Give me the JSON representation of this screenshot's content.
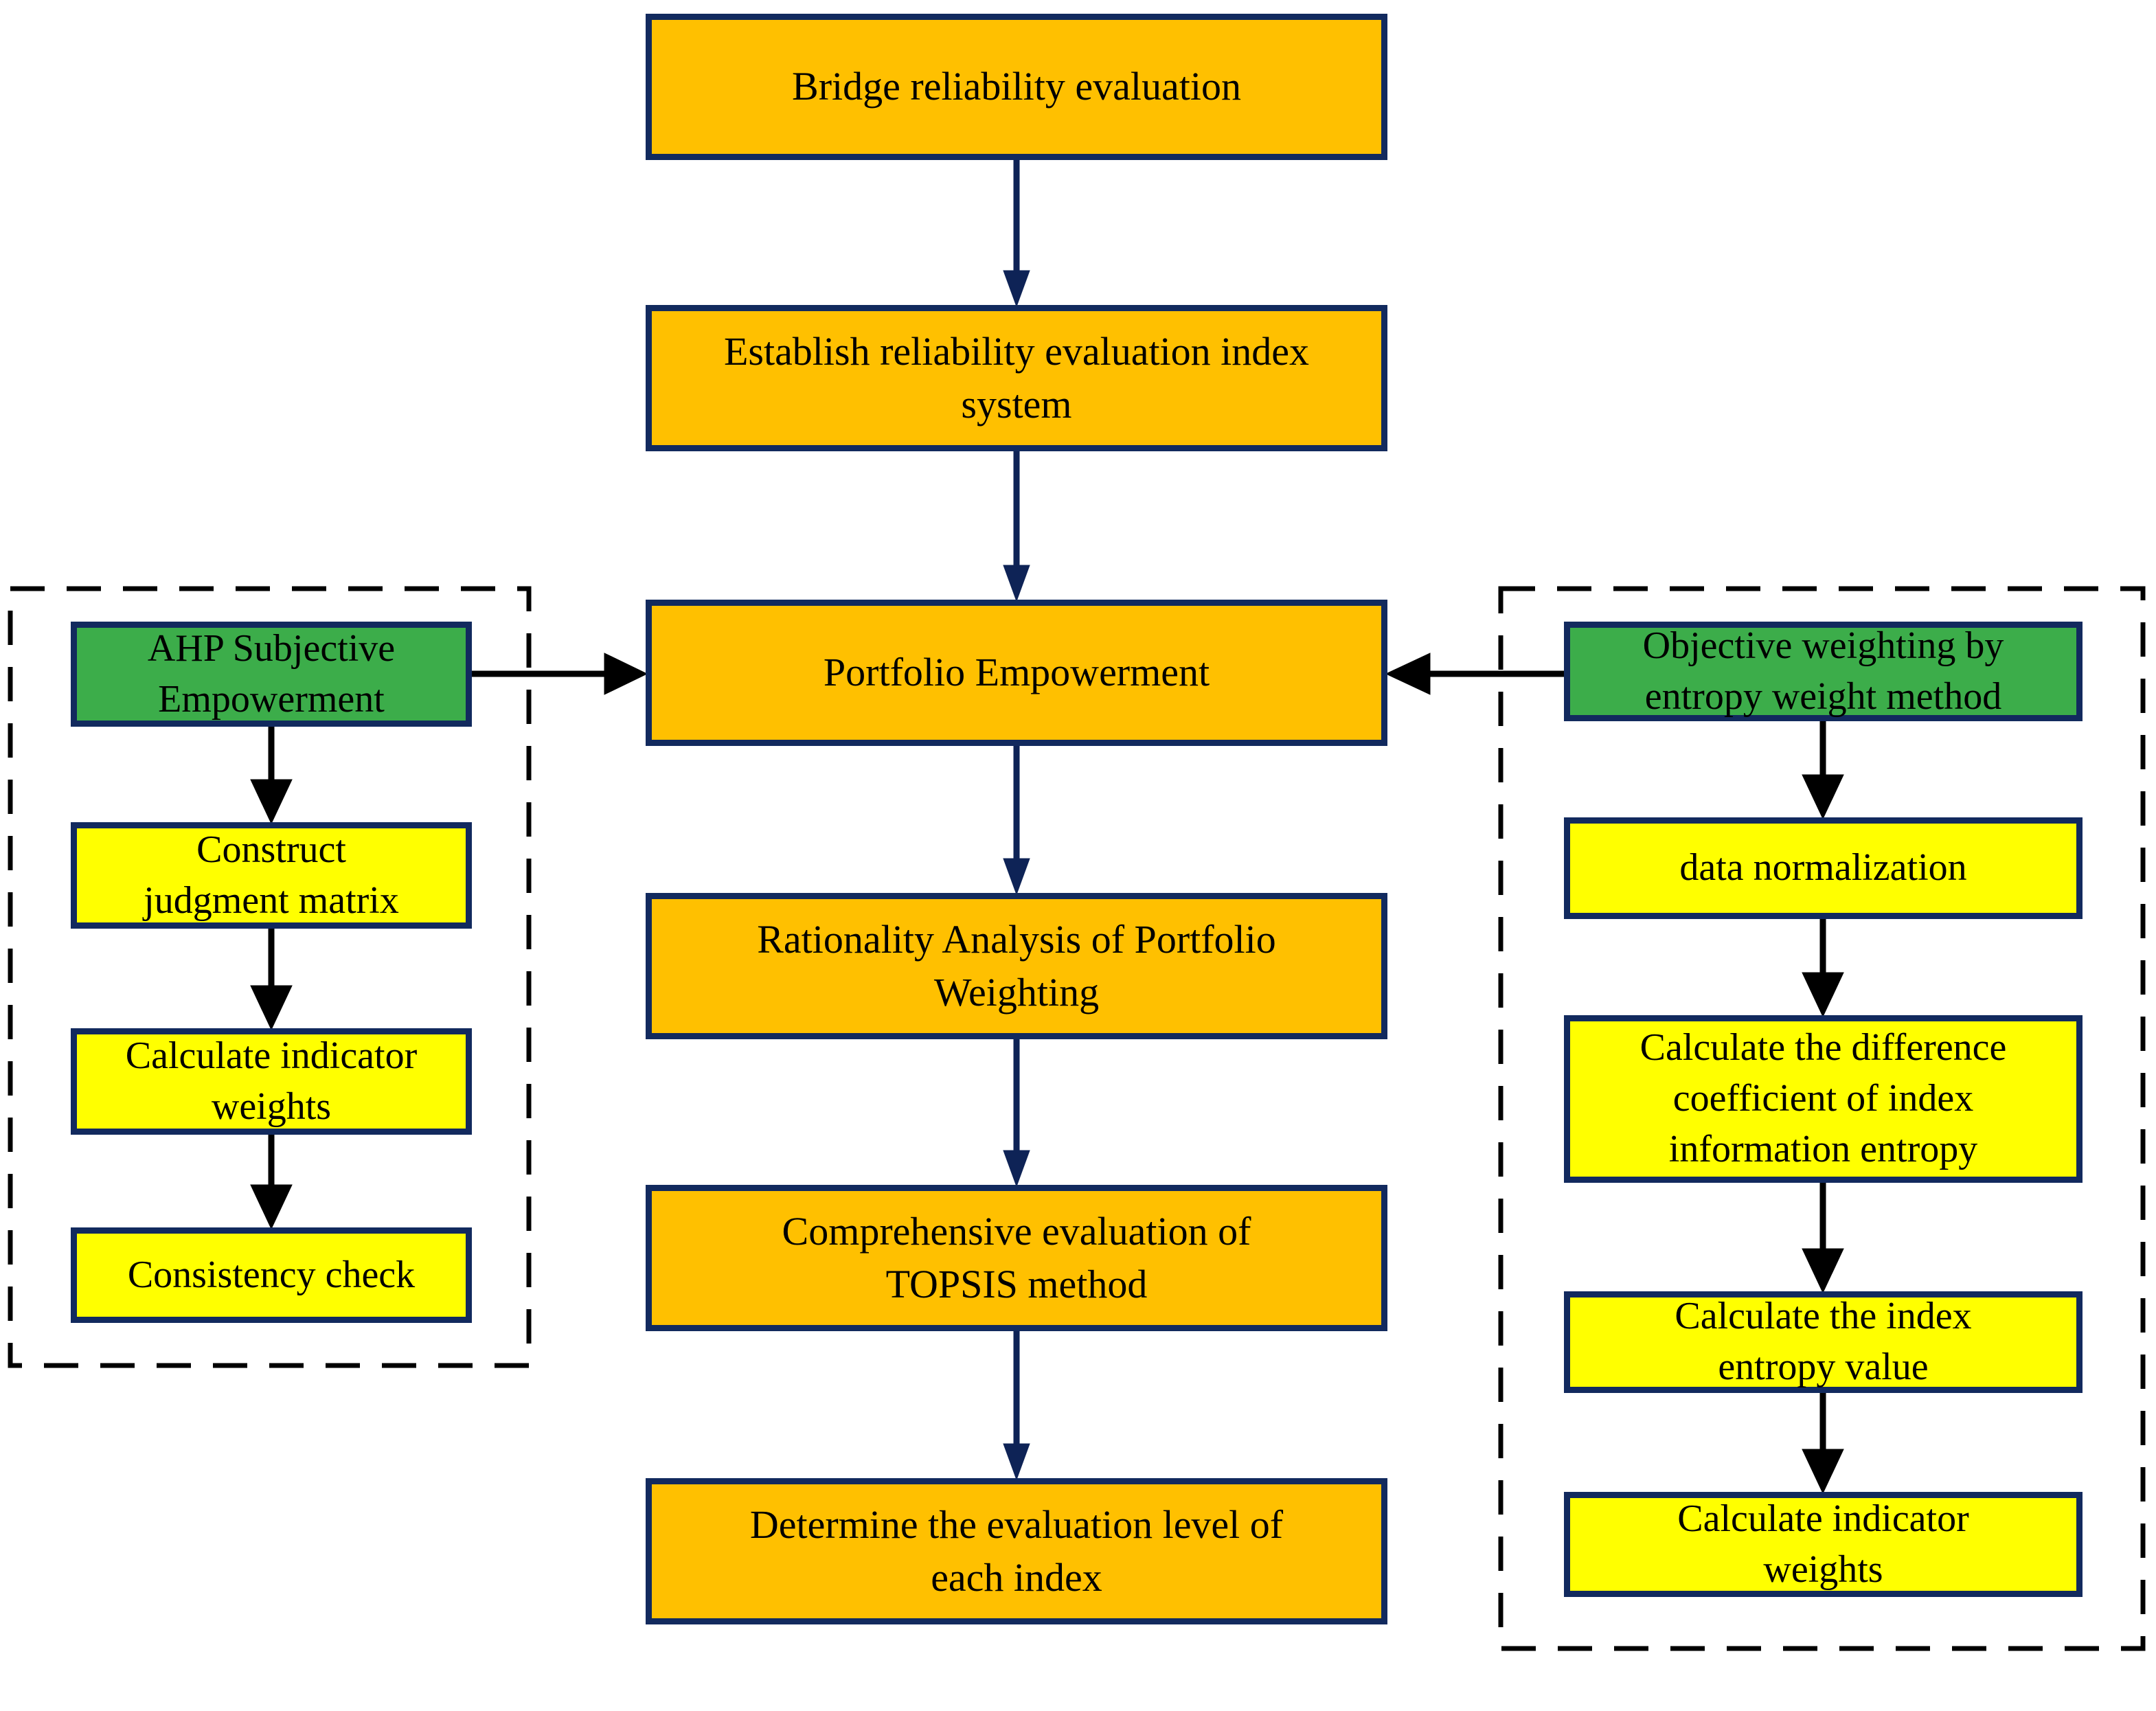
{
  "figure": {
    "type": "flowchart",
    "description": "Bridge reliability evaluation methodology flowchart"
  },
  "colors": {
    "box_orange": "#FFC000",
    "box_yellow": "#FFFF00",
    "box_green": "#3CAD4A",
    "box_border_navy": "#122A5E",
    "arrow_center_navy": "#0E2356",
    "arrow_side_black": "#000000",
    "dashed_container_border": "#000000",
    "background": "#FFFFFF",
    "text": "#000000"
  },
  "center_flow": {
    "steps": [
      {
        "label": "Bridge reliability evaluation"
      },
      {
        "label": "Establish reliability evaluation index\nsystem"
      },
      {
        "label": "Portfolio Empowerment"
      },
      {
        "label": "Rationality Analysis of Portfolio\nWeighting"
      },
      {
        "label": "Comprehensive evaluation of\nTOPSIS method"
      },
      {
        "label": "Determine the evaluation level of\neach index"
      }
    ]
  },
  "ahp_panel": {
    "header": "AHP Subjective\nEmpowerment",
    "steps": [
      {
        "label": "Construct\njudgment matrix"
      },
      {
        "label": "Calculate indicator\nweights"
      },
      {
        "label": "Consistency check"
      }
    ]
  },
  "entropy_panel": {
    "header": "Objective weighting by\nentropy weight method",
    "steps": [
      {
        "label": "data normalization"
      },
      {
        "label": "Calculate the difference\ncoefficient of index\ninformation entropy"
      },
      {
        "label": "Calculate the index\nentropy value"
      },
      {
        "label": "Calculate indicator\nweights"
      }
    ]
  }
}
